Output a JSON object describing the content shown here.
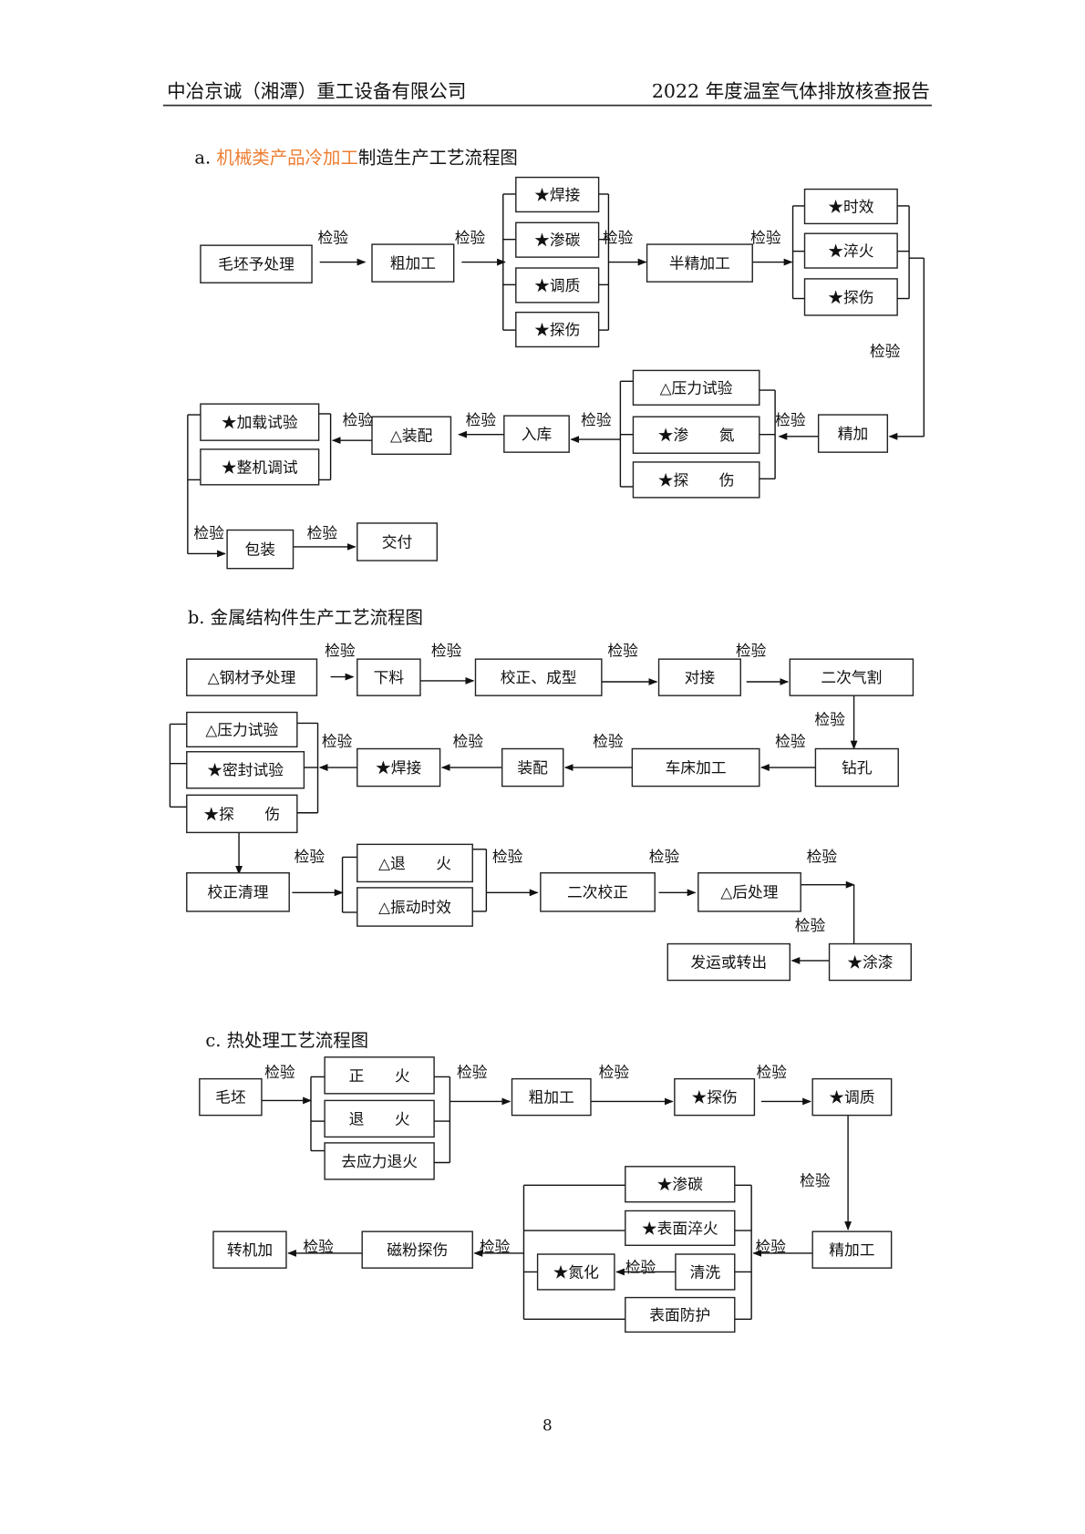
{
  "header": {
    "company": "中冶京诚（湘潭）重工设备有限公司",
    "report_title": "2022 年度温室气体排放核查报告"
  },
  "inspection_label": "检验",
  "colors": {
    "title_highlight": "#ed7d31",
    "line": "#111111"
  },
  "section_a": {
    "prefix": "a. ",
    "title_highlight": "机械类产品冷加工",
    "title_rest": "制造生产工艺流程图",
    "nodes": {
      "blank_pretreat": "毛坯予处理",
      "rough": "粗加工",
      "weld": "★焊接",
      "carburize": "★渗碳",
      "temper": "★调质",
      "flaw1": "★探伤",
      "semi_finish": "半精加工",
      "aging": "★时效",
      "quench": "★淬火",
      "flaw2": "★探伤",
      "finish": "精加",
      "pressure": "△压力试验",
      "nitride": "★渗　　氮",
      "flaw3": "★探　　伤",
      "storage": "入库",
      "assembly": "△装配",
      "load_test": "★加载试验",
      "debug": "★整机调试",
      "pack": "包装",
      "deliver": "交付"
    }
  },
  "section_b": {
    "title": "b. 金属结构件生产工艺流程图",
    "nodes": {
      "steel_pretreat": "△钢材予处理",
      "cutting": "下料",
      "correct_form": "校正、成型",
      "butt": "对接",
      "gas_cut": "二次气割",
      "drill": "钻孔",
      "lathe": "车床加工",
      "assembly": "装配",
      "weld": "★焊接",
      "pressure": "△压力试验",
      "seal": "★密封试验",
      "flaw": "★探　　伤",
      "correct_clean": "校正清理",
      "anneal": "△退　　火",
      "vibration": "△振动时效",
      "second_correct": "二次校正",
      "post": "△后处理",
      "paint": "★涂漆",
      "ship": "发运或转出"
    }
  },
  "section_c": {
    "title": "c. 热处理工艺流程图",
    "nodes": {
      "blank": "毛坯",
      "normalize": "正　　火",
      "anneal": "退　　火",
      "stress": "去应力退火",
      "rough": "粗加工",
      "flaw": "★探伤",
      "temper": "★调质",
      "finish": "精加工",
      "carburize": "★渗碳",
      "surf_quench": "★表面淬火",
      "clean": "清洗",
      "nitride": "★氮化",
      "surf_protect": "表面防护",
      "mag": "磁粉探伤",
      "transfer": "转机加"
    }
  },
  "page_number": "8"
}
